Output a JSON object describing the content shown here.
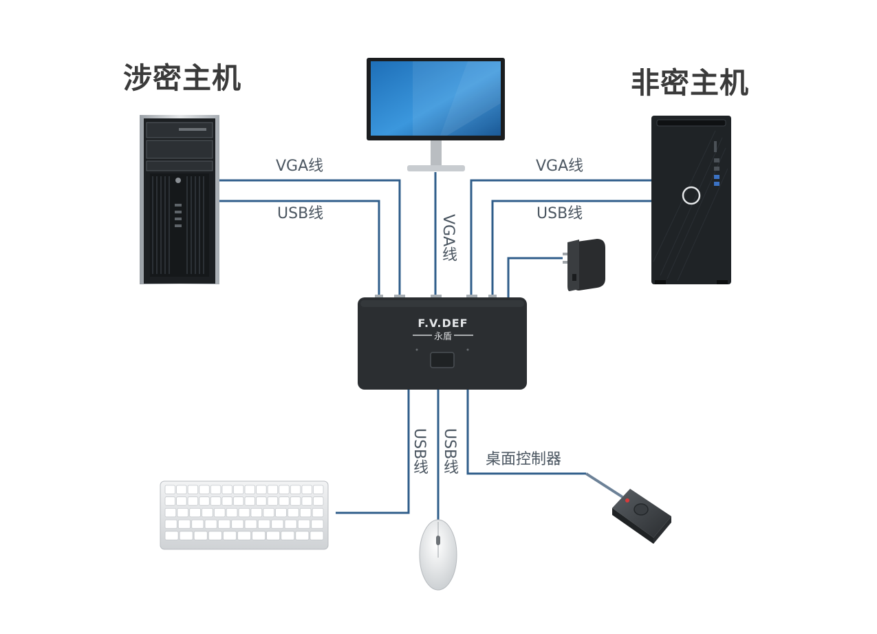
{
  "hosts": {
    "classified": "涉密主机",
    "unclassified": "非密主机"
  },
  "labels": {
    "left_vga": "VGA线",
    "left_usb": "USB线",
    "center_vga": "VGA线",
    "right_vga": "VGA线",
    "right_usb": "USB线",
    "keyboard_usb": "USB线",
    "mouse_usb": "USB线",
    "desktop_controller": "桌面控制器"
  },
  "device": {
    "brand": "F.V.DEF",
    "brand_cn": "永盾"
  },
  "colors": {
    "cable": "#2f5d8a",
    "device_body": "#2b2e31",
    "tower_dark": "#1f2326",
    "title_text": "#3a3a3a",
    "label_text": "#4a5560"
  },
  "icons": [
    "pc-tower-icon",
    "monitor-icon",
    "pc-tower-modern-icon",
    "power-adapter-icon",
    "kvm-switch-icon",
    "keyboard-icon",
    "mouse-icon",
    "desktop-controller-icon"
  ]
}
